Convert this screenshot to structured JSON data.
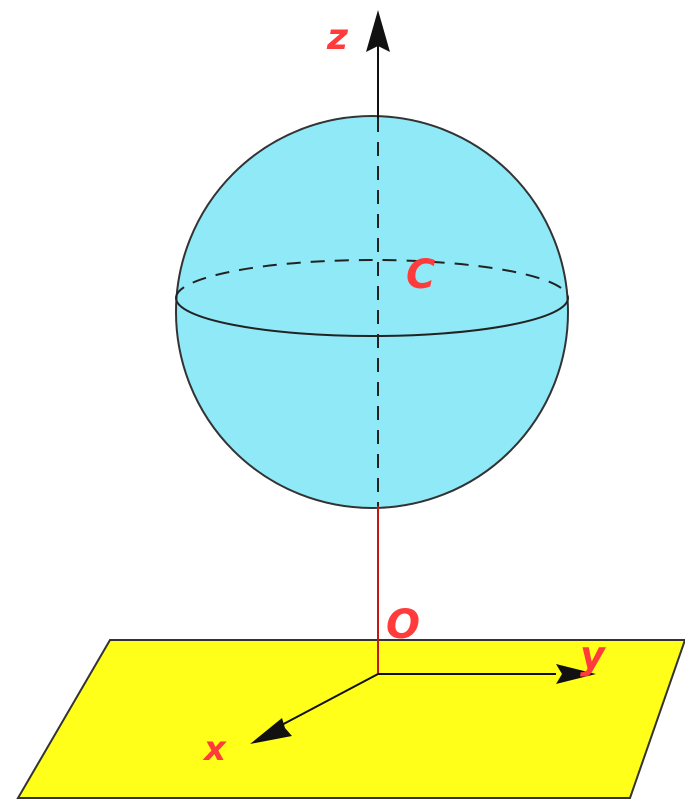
{
  "labels": {
    "z": "z",
    "y": "y",
    "x": "x",
    "origin": "O",
    "center": "C"
  },
  "colors": {
    "plane_fill": "#ffff1a",
    "plane_stroke": "#333333",
    "sphere_fill": "#8fe9f7",
    "sphere_stroke": "#333333",
    "axis_stroke": "#111111",
    "red_segment": "#c01818",
    "label_color": "#ff3b3b"
  },
  "icons": {
    "z_arrow": "arrowhead-up-icon",
    "y_arrow": "arrowhead-right-icon",
    "x_arrow": "arrowhead-down-left-icon"
  }
}
